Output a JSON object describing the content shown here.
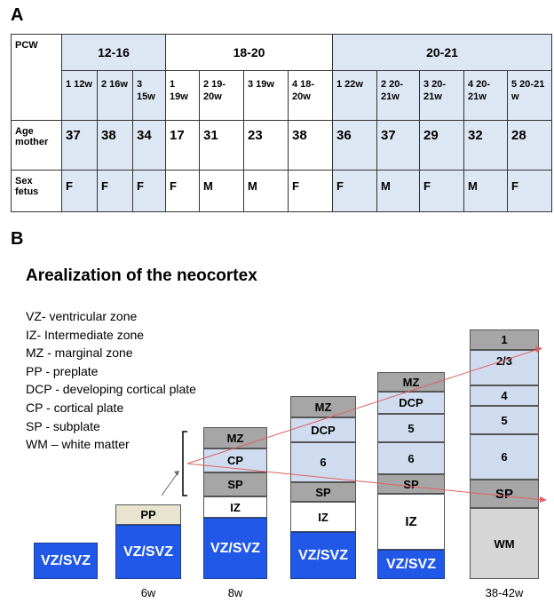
{
  "panel_a_label": "A",
  "panel_b_label": "B",
  "table": {
    "pcw_header": "PCW",
    "groups": [
      "12-16",
      "18-20",
      "20-21"
    ],
    "samples": [
      "1 12w",
      "2 16w",
      "3 15w",
      "1 19w",
      "2 19-20w",
      "3 19w",
      "4 18-20w",
      "1 22w",
      "2 20-21w",
      "3 20-21w",
      "4 20-21w",
      "5 20-21 w"
    ],
    "age_label": "Age mother",
    "ages": [
      "37",
      "38",
      "34",
      "17",
      "31",
      "23",
      "38",
      "36",
      "37",
      "29",
      "32",
      "28"
    ],
    "sex_label": "Sex fetus",
    "sexes": [
      "F",
      "F",
      "F",
      "F",
      "M",
      "M",
      "F",
      "F",
      "M",
      "F",
      "M",
      "F"
    ]
  },
  "diagram": {
    "title": "Arealization of the neocortex",
    "legend": [
      "VZ- ventricular zone",
      "IZ- Intermediate zone",
      "MZ - marginal zone",
      "PP - preplate",
      "DCP - developing cortical plate",
      "CP - cortical plate",
      "SP - subplate",
      "WM – white matter"
    ],
    "stages": [
      {
        "age": "",
        "layers": [
          "VZ/SVZ"
        ]
      },
      {
        "age": "6w",
        "layers": [
          "PP",
          "VZ/SVZ"
        ]
      },
      {
        "age": "8w",
        "layers": [
          "MZ",
          "CP",
          "SP",
          "IZ",
          "VZ/SVZ"
        ]
      },
      {
        "age": "",
        "layers": [
          "MZ",
          "DCP",
          "6",
          "SP",
          "IZ",
          "VZ/SVZ"
        ]
      },
      {
        "age": "",
        "layers": [
          "MZ",
          "DCP",
          "5",
          "6",
          "SP",
          "IZ",
          "VZ/SVZ"
        ]
      },
      {
        "age": "38-42w",
        "layers": [
          "1",
          "2/3",
          "4",
          "5",
          "6",
          "SP",
          "WM"
        ]
      }
    ]
  }
}
